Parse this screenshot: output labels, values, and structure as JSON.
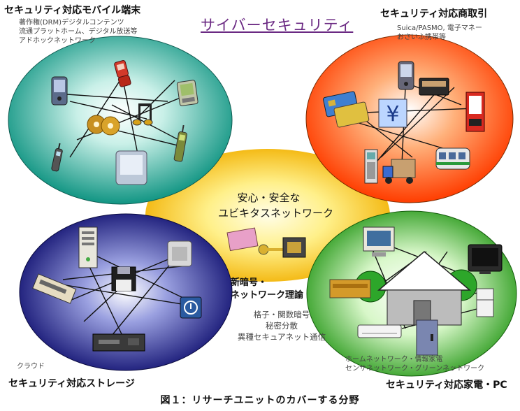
{
  "title": "サイバーセキュリティ",
  "caption": "図１：リサーチユニットのカバーする分野",
  "quadrants": {
    "mobile": {
      "heading": "セキュリティ対応モバイル端末",
      "notes": [
        "著作権(DRM)デジタルコンテンツ",
        "流通プラットホーム、デジタル放送等",
        "アドホックネットワーク"
      ]
    },
    "commerce": {
      "heading": "セキュリティ対応商取引",
      "notes": [
        "Suica/PASMO, 電子マネー",
        "おさいふ携帯等"
      ]
    },
    "storage": {
      "heading": "セキュリティ対応ストレージ",
      "notes": [
        "クラウド"
      ]
    },
    "appliance": {
      "heading": "セキュリティ対応家電・PC",
      "notes": [
        "ホームネットワーク・情報家電",
        "センサネットワーク・グリーンネットワーク"
      ]
    }
  },
  "center": {
    "lines": [
      "安心・安全な",
      "ユビキタスネットワーク"
    ]
  },
  "theory": {
    "heading_lines": [
      "新暗号・",
      "ネットワーク理論"
    ],
    "items": [
      "格子・関数暗号",
      "秘密分散",
      "異種セキュアネット通信"
    ]
  },
  "colors": {
    "title": "#6b2a83",
    "mobile_ellipse": "#1e9a8a",
    "commerce_ellipse": "#ff4c10",
    "storage_ellipse": "#1a1a80",
    "appliance_ellipse": "#2f9c28",
    "center_ellipse": "#ffd21a"
  },
  "icons": {
    "mobile": [
      "pda-icon",
      "flip-phone-icon",
      "handheld-computer-icon",
      "cd-discs-icon",
      "music-note-icon",
      "cell-phone-icon",
      "tablet-icon",
      "walkie-phone-icon"
    ],
    "commerce": [
      "pda-icon",
      "wallet-icon",
      "ic-card-icon",
      "yen-sign-icon",
      "vending-machine-icon",
      "card-terminal-icon",
      "delivery-truck-icon",
      "train-icon"
    ],
    "storage": [
      "server-tower-icon",
      "hard-disk-icon",
      "floppy-disk-icon",
      "disk-drive-icon",
      "lock-disk-icon",
      "vcr-icon"
    ],
    "appliance": [
      "desktop-pc-icon",
      "television-icon",
      "house-icon",
      "router-icon",
      "refrigerator-icon",
      "air-conditioner-icon",
      "door-lock-icon",
      "tree-icon"
    ],
    "center": [
      "keys-icon",
      "chip-icon"
    ]
  }
}
